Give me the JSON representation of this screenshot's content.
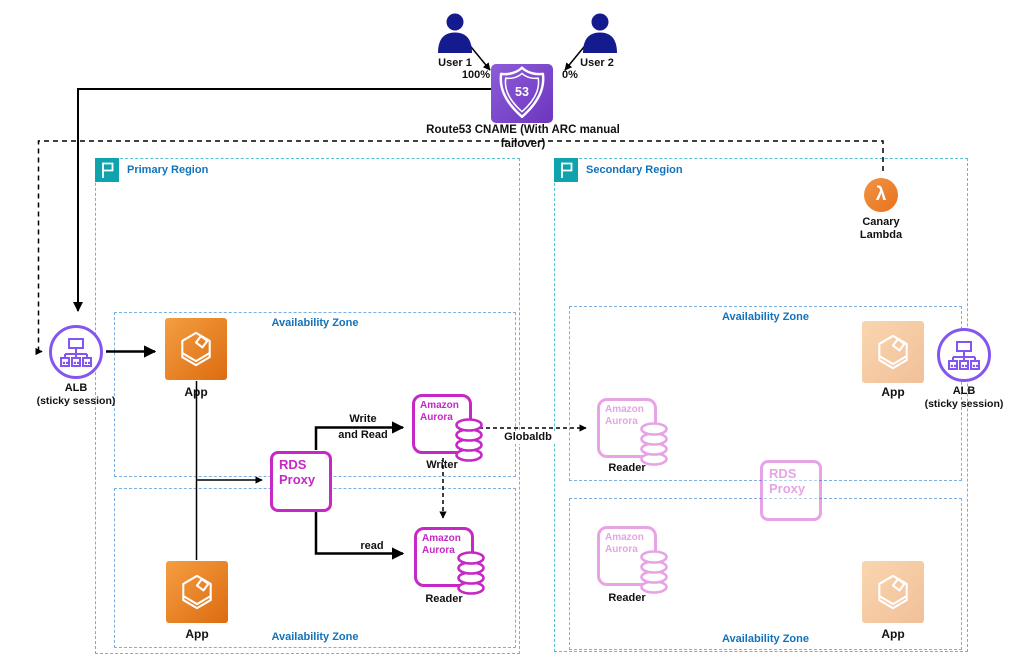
{
  "users": [
    {
      "label": "User 1",
      "weight": "100%"
    },
    {
      "label": "User 2",
      "weight": "0%"
    }
  ],
  "route53": {
    "badge": "53",
    "caption": "Route53 CNAME (With ARC manual failover)"
  },
  "canary_lambda": {
    "glyph": "λ",
    "line1": "Canary",
    "line2": "Lambda"
  },
  "alb": {
    "line1": "ALB",
    "line2": "(sticky session)"
  },
  "regions": {
    "primary": "Primary Region",
    "secondary": "Secondary Region"
  },
  "az_label": "Availability Zone",
  "app_label": "App",
  "rds_proxy": {
    "line1": "RDS",
    "line2": "Proxy"
  },
  "aurora": {
    "line1": "Amazon",
    "line2": "Aurora",
    "writer": "Writer",
    "reader": "Reader"
  },
  "edges": {
    "write_read_line1": "Write",
    "write_read_line2": "and Read",
    "read": "read",
    "globaldb": "Globaldb"
  },
  "colors": {
    "magenta": "#C628C6",
    "purple": "#8456F0",
    "navy": "#141B8F",
    "r53_light": "#8E5CD9",
    "r53_dark": "#6C36BE",
    "orange_light": "#F49E42",
    "orange_dark": "#DD6B10",
    "lambda_light": "#F09545",
    "lambda_dark": "#E8721C",
    "teal": "#0FA3AD",
    "region_border": "#58C0CC",
    "az_border": "#7AAFE0",
    "label_blue": "#1273BA"
  }
}
